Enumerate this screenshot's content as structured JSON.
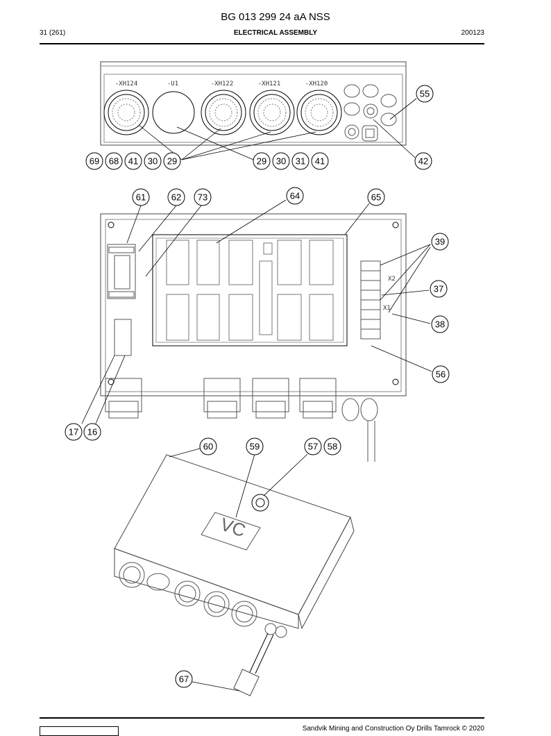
{
  "document": {
    "title": "BG 013 299 24 aA NSS",
    "page": "31 (261)",
    "section": "ELECTRICAL ASSEMBLY",
    "date": "200123",
    "footer": "Sandvik Mining and Construction Oy Drills Tamrock © 2020"
  },
  "top_view": {
    "connector_labels": [
      "-XH124",
      "-U1",
      "-XH122",
      "-XH121",
      "-XH120"
    ]
  },
  "callouts": {
    "c55": "55",
    "c69": "69",
    "c68": "68",
    "c41a": "41",
    "c30a": "30",
    "c29a": "29",
    "c29b": "29",
    "c30b": "30",
    "c31": "31",
    "c41b": "41",
    "c42": "42",
    "c61": "61",
    "c62": "62",
    "c73": "73",
    "c64": "64",
    "c65": "65",
    "c39": "39",
    "c37": "37",
    "c38": "38",
    "c56": "56",
    "c17": "17",
    "c16": "16",
    "c60": "60",
    "c59": "59",
    "c57": "57",
    "c58": "58",
    "c67": "67"
  },
  "terminal_labels": {
    "x2": "X2",
    "x1": "X1"
  },
  "box_marking": "VC"
}
